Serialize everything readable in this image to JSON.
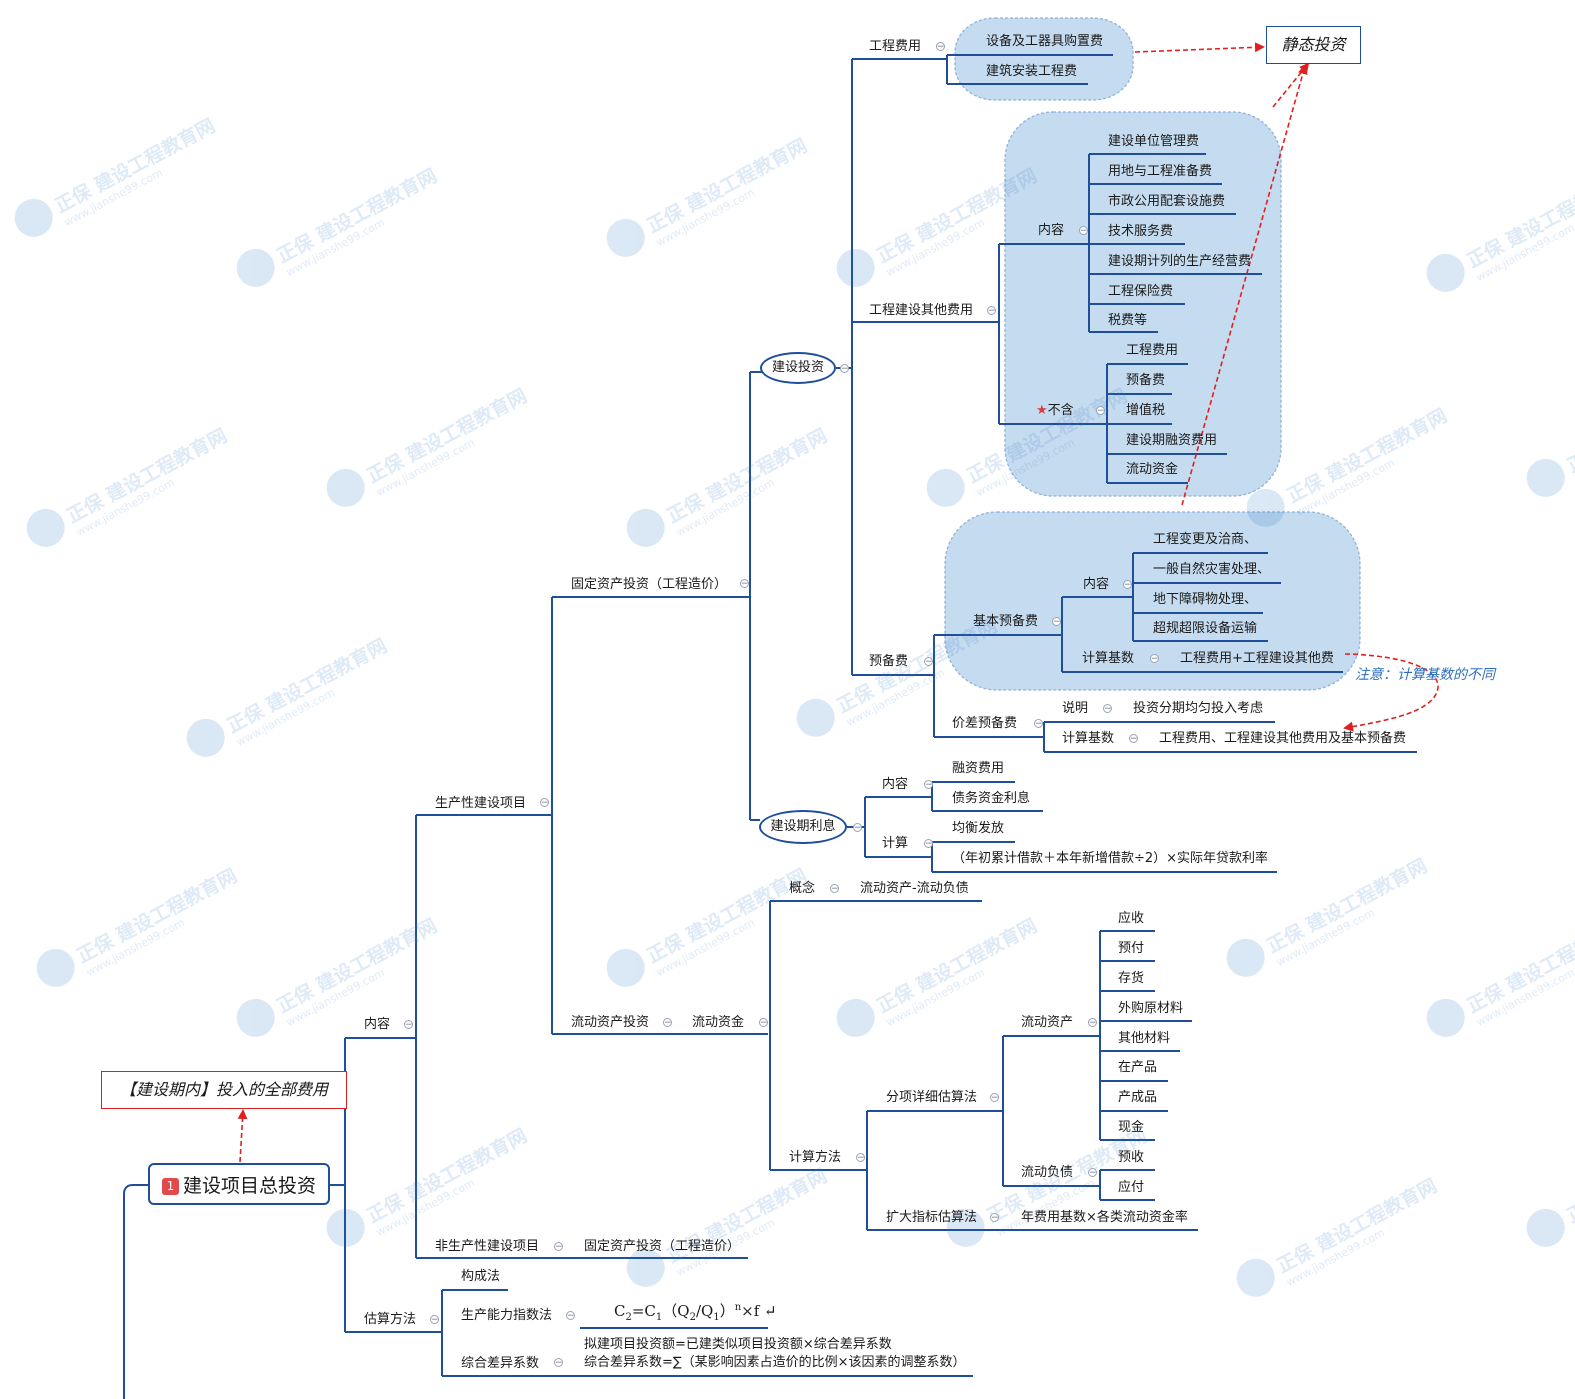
{
  "root": {
    "badge": "1",
    "title": "建设项目总投资"
  },
  "root_note": "【建设期内】投入的全部费用",
  "static_label": "静态投资",
  "annotation": "注意：计算基数的不同",
  "branches": {
    "content": "内容",
    "estimate": "估算方法",
    "productive": "生产性建设项目",
    "non_productive": "非生产性建设项目",
    "non_prod_fixed": "固定资产投资（工程造价）",
    "fixed_asset": "固定资产投资（工程造价）",
    "working_capital_inv": "流动资产投资",
    "working_capital": "流动资金",
    "construction_inv": "建设投资",
    "interest": "建设期利息"
  },
  "engineering": {
    "label": "工程费用",
    "items": [
      "设备及工器具购置费",
      "建筑安装工程费"
    ]
  },
  "other_costs": {
    "label": "工程建设其他费用",
    "content_label": "内容",
    "content_items": [
      "建设单位管理费",
      "用地与工程准备费",
      "市政公用配套设施费",
      "技术服务费",
      "建设期计列的生产经营费",
      "工程保险费",
      "税费等"
    ],
    "excl_label": "不含",
    "excl_items": [
      "工程费用",
      "预备费",
      "增值税",
      "建设期融资费用",
      "流动资金"
    ]
  },
  "reserve": {
    "label": "预备费",
    "basic_label": "基本预备费",
    "basic_content_label": "内容",
    "basic_content_items": [
      "工程变更及洽商、",
      "一般自然灾害处理、",
      "地下障碍物处理、",
      "超规超限设备运输"
    ],
    "basic_calc_label": "计算基数",
    "basic_calc_value": "工程费用+工程建设其他费",
    "price_label": "价差预备费",
    "price_desc_label": "说明",
    "price_desc_value": "投资分期均匀投入考虑",
    "price_calc_label": "计算基数",
    "price_calc_value": "工程费用、工程建设其他费用及基本预备费"
  },
  "interest": {
    "content_label": "内容",
    "content_items": [
      "融资费用",
      "债务资金利息"
    ],
    "calc_label": "计算",
    "calc_items": [
      "均衡发放",
      "（年初累计借款＋本年新增借款÷2）×实际年贷款利率"
    ]
  },
  "working": {
    "concept_label": "概念",
    "concept_value": "流动资产-流动负债",
    "method_label": "计算方法",
    "detail_label": "分项详细估算法",
    "assets_label": "流动资产",
    "assets_items": [
      "应收",
      "预付",
      "存货",
      "外购原材料",
      "其他材料",
      "在产品",
      "产成品",
      "现金"
    ],
    "liab_label": "流动负债",
    "liab_items": [
      "预收",
      "应付"
    ],
    "expand_label": "扩大指标估算法",
    "expand_value": "年费用基数×各类流动资金率"
  },
  "estimate": {
    "items": [
      "构成法",
      "生产能力指数法",
      "综合差异系数"
    ],
    "formula_c2": "C",
    "formula_body": "=C",
    "formula_rest": "（Q",
    "formula_div": "/Q",
    "formula_close": "）",
    "formula_exp": "n",
    "formula_tail": "×f ↵",
    "diff_line1": "拟建项目投资额=已建类似项目投资额×综合差异系数",
    "diff_line2": "综合差异系数=∑（某影响因素占造价的比例×该因素的调整系数）"
  },
  "watermark": {
    "name": "正保",
    "site": "建设工程教育网",
    "url": "www.jianshe99.com"
  },
  "colors": {
    "line": "#1f4e9b",
    "cloud_fill": "#c5dbef",
    "cloud_stroke": "#8fb3d9",
    "arrow": "#e02020",
    "annotation": "#2f6fc0"
  }
}
